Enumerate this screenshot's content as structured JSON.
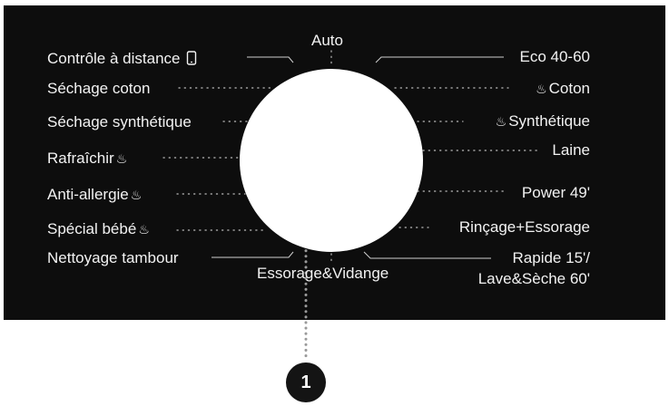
{
  "dial": {
    "top": "Auto",
    "bottom": "Essorage&Vidange",
    "left": [
      {
        "label": "Contrôle à distance",
        "suffix_icon": "phone-icon"
      },
      {
        "label": "Séchage coton"
      },
      {
        "label": "Séchage synthétique"
      },
      {
        "label": "Rafraîchir",
        "suffix_icon": "steam-icon"
      },
      {
        "label": "Anti-allergie",
        "suffix_icon": "steam-icon"
      },
      {
        "label": "Spécial bébé",
        "suffix_icon": "steam-icon"
      },
      {
        "label": "Nettoyage tambour"
      }
    ],
    "right": [
      {
        "label": "Eco 40-60"
      },
      {
        "label": "Coton",
        "prefix_icon": "steam-icon"
      },
      {
        "label": "Synthétique",
        "prefix_icon": "steam-icon"
      },
      {
        "label": "Laine"
      },
      {
        "label": "Power 49'"
      },
      {
        "label": "Rinçage+Essorage"
      },
      {
        "label": "Rapide 15'/"
      },
      {
        "label": "Lave&Sèche 60'"
      }
    ]
  },
  "callout_number": "1",
  "colors": {
    "panel": "#0d0d0d",
    "text": "#f2f2f2",
    "knob": "#ffffff",
    "callout": "#141414"
  }
}
